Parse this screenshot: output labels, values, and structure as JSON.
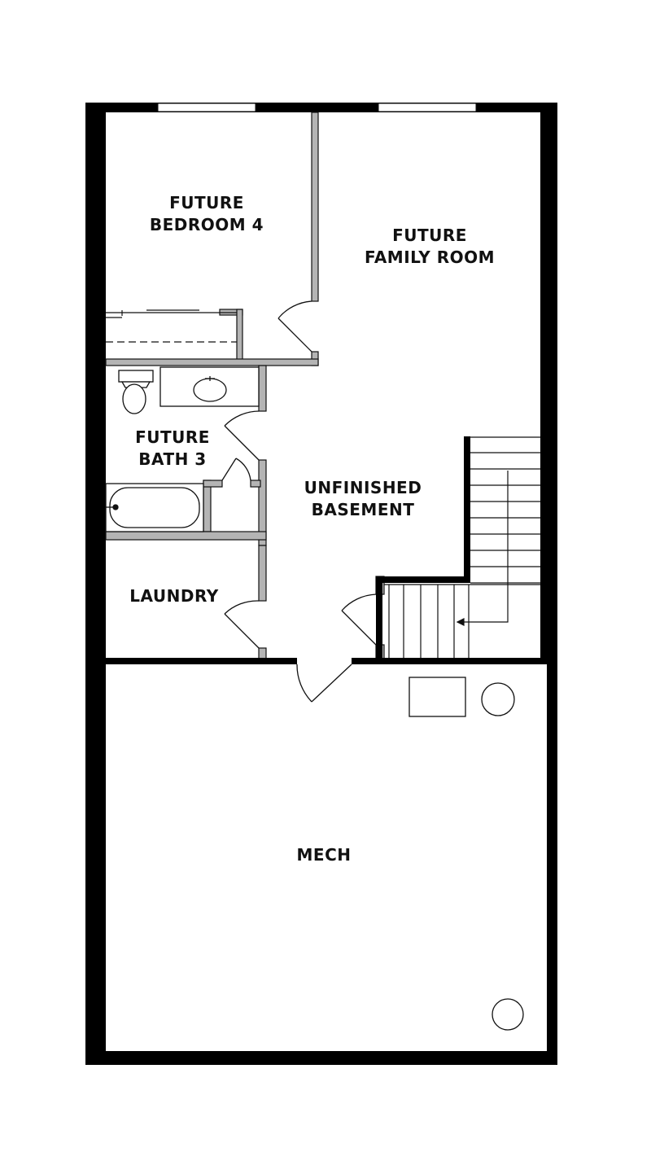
{
  "floor_plan": {
    "rooms": {
      "bedroom4": {
        "line1": "FUTURE",
        "line2": "BEDROOM 4"
      },
      "family_room": {
        "line1": "FUTURE",
        "line2": "FAMILY ROOM"
      },
      "bath3": {
        "line1": "FUTURE",
        "line2": "BATH 3"
      },
      "basement": {
        "line1": "UNFINISHED",
        "line2": "BASEMENT"
      },
      "laundry": {
        "line1": "LAUNDRY"
      },
      "mech": {
        "line1": "MECH"
      }
    },
    "colors": {
      "wall": "#000000",
      "interior_wall": "#b4b4b4",
      "line": "#111111",
      "background": "#ffffff"
    }
  }
}
